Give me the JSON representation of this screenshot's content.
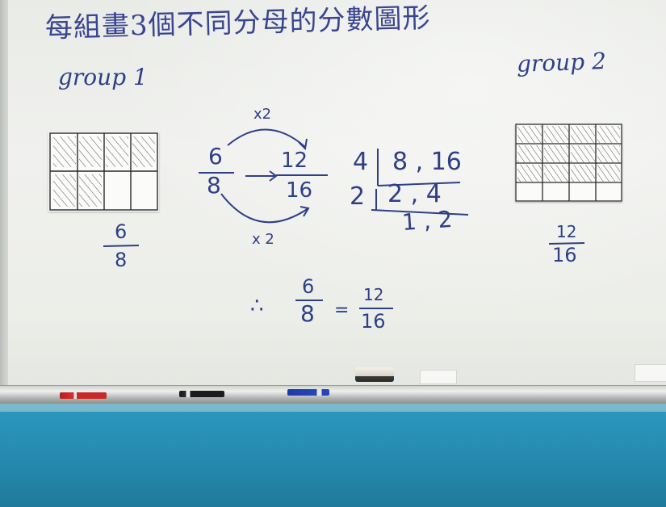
{
  "board": {
    "title": "每組畫3個不同分母的分數圖形",
    "group1_label": "group 1",
    "group2_label": "group 2"
  },
  "group1": {
    "shaded_parts": 6,
    "total_parts": 8,
    "fraction_numerator": "6",
    "fraction_denominator": "8"
  },
  "group2": {
    "shaded_parts": 12,
    "total_parts": 16,
    "fraction_numerator": "12",
    "fraction_denominator": "16"
  },
  "work": {
    "top_multiplier": "x2",
    "bottom_multiplier": "x 2",
    "left_numerator": "6",
    "left_denominator": "8",
    "right_numerator": "12",
    "right_denominator": "16",
    "division_row1_divisor": "4",
    "division_row1_values": "8 , 16",
    "division_row2_divisor": "2",
    "division_row2_values": "2 ,  4",
    "division_row3_values": "1 ,  2"
  },
  "conclusion": {
    "therefore_symbol": "∴",
    "left_numerator": "6",
    "left_denominator": "8",
    "equals": "=",
    "right_numerator": "12",
    "right_denominator": "16"
  },
  "colors": {
    "ink_blue": "#2f3f86",
    "wall_blue": "#2a8fb0",
    "board_white": "#eef0ec",
    "marker_red": "#d02a2a",
    "marker_black": "#1d1d1d",
    "marker_blue": "#2747b8"
  }
}
